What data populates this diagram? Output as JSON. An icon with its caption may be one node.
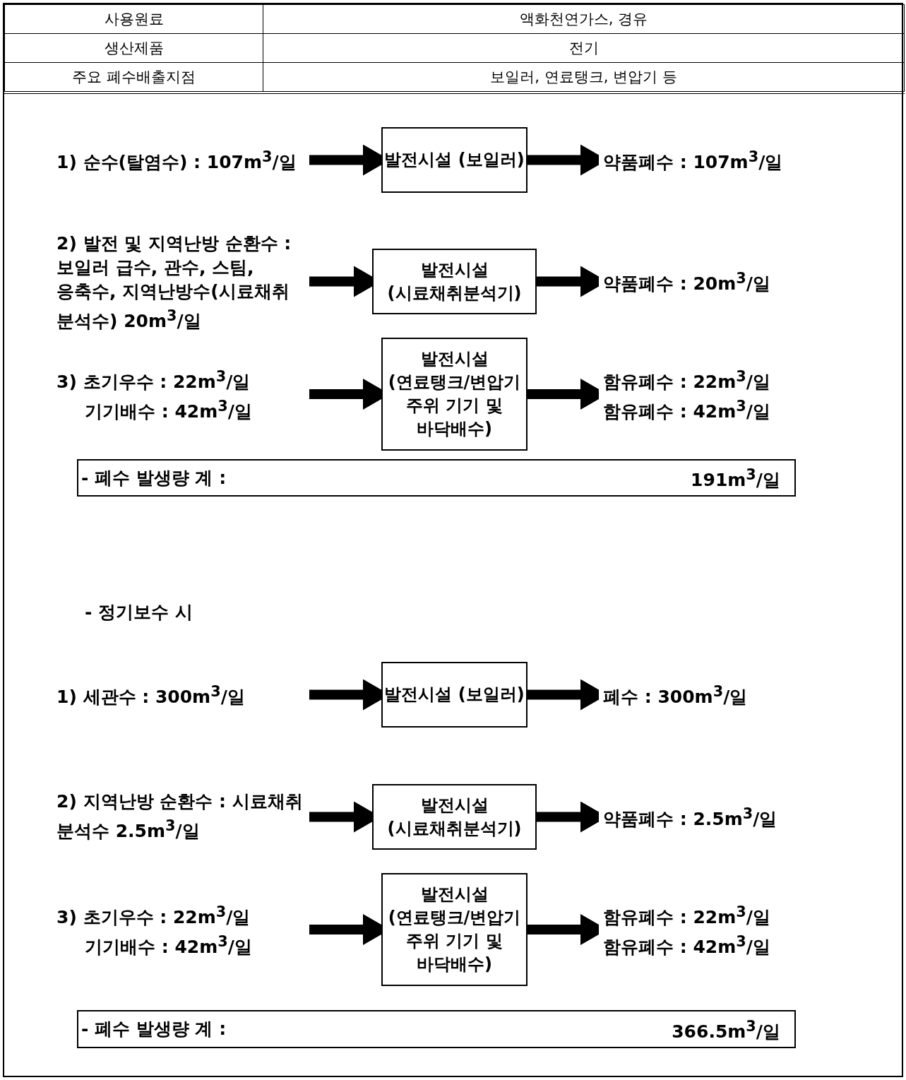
{
  "diagram": {
    "nodes": [
      {
        "text": [
          "1) 순수(탈염수) : 107m$^{3}$/일"
        ]
      },
      {
        "text": [
          "발전시설 (보일러)"
        ]
      },
      {
        "text": [
          "약품폐수 : 107m$^{3}$/일"
        ]
      },
      {
        "text": [
          "2) 발전 및 지역난방 순환수 : 보일러 급수, 관수, 스팀, 응축수, 지역난방수(시료채취 분석수) 20m$^{3}$/일"
        ]
      },
      {
        "text": [
          "발전시설 (시료채취분석기)"
        ]
      },
      {
        "text": [
          "약품폐수 : 20m$^{3}$/일"
        ]
      },
      {
        "text": [
          "3) 초기우수 : 22m$^{3}$/일",
          "기기배수 : 42m$^{3}$/일"
        ]
      },
      {
        "text": [
          "발전시설 (연료탱크/변압기 주위 기기 및 바닥배수)"
        ]
      },
      {
        "text": [
          "함유폐수 : 22m$^{3}$/일",
          "함유폐수 : 42m$^{3}$/일"
        ]
      },
      {
        "text": [
          "- 폐수 발생량 계 :",
          "191m$^{3}$/일"
        ]
      },
      {
        "text": [
          "1) 세관수 : 300m$^{3}$/일"
        ]
      },
      {
        "text": [
          "발전시설 (보일러)"
        ]
      },
      {
        "text": [
          "폐수 : 300m$^{3}$/일"
        ]
      },
      {
        "text": [
          "2) 지역난방 순환수 : 시료채취 분석수 2.5m$^{3}$/일"
        ]
      },
      {
        "text": [
          "발전시설 (시료채취분석기)"
        ]
      },
      {
        "text": [
          "약품폐수 : 2.5m$^{3}$/일"
        ]
      },
      {
        "text": [
          "3) 초기우수 : 22m$^{3}$/일",
          "기기배수 : 42m$^{3}$/일"
        ]
      },
      {
        "text": [
          "발전시설 (연료탱크/변압기 주위 기기 및 바닥배수)"
        ]
      },
      {
        "text": [
          "함유폐수 : 22m$^{3}$/일",
          "함유폐수 : 42m$^{3}$/일"
        ]
      },
      {
        "text": [
          "- 폐수 발생량 계 :",
          "366.5m$^{3}$/일"
        ]
      }
    ],
    "edges": [
      {
        "from": 0,
        "to": 1,
        "arrow": "to"
      },
      {
        "from": 1,
        "to": 2,
        "arrow": "to"
      },
      {
        "from": 3,
        "to": 4,
        "arrow": "to"
      },
      {
        "from": 4,
        "to": 5,
        "arrow": "to"
      },
      {
        "from": 6,
        "to": 7,
        "arrow": "to"
      },
      {
        "from": 7,
        "to": 8,
        "arrow": "to"
      },
      {
        "from": 10,
        "to": 11,
        "arrow": "to"
      },
      {
        "from": 11,
        "to": 12,
        "arrow": "to"
      },
      {
        "from": 13,
        "to": 14,
        "arrow": "to"
      },
      {
        "from": 14,
        "to": 15,
        "arrow": "to"
      },
      {
        "from": 16,
        "to": 17,
        "arrow": "to"
      },
      {
        "from": 17,
        "to": 18,
        "arrow": "to"
      }
    ],
    "labels": [
      "사용원료",
      "액화천연가스, 경유",
      "생산제품",
      "전기",
      "주요 폐수배출지점",
      "보일러, 연료탱크, 변압기 등",
      "- 정기보수 시"
    ]
  }
}
